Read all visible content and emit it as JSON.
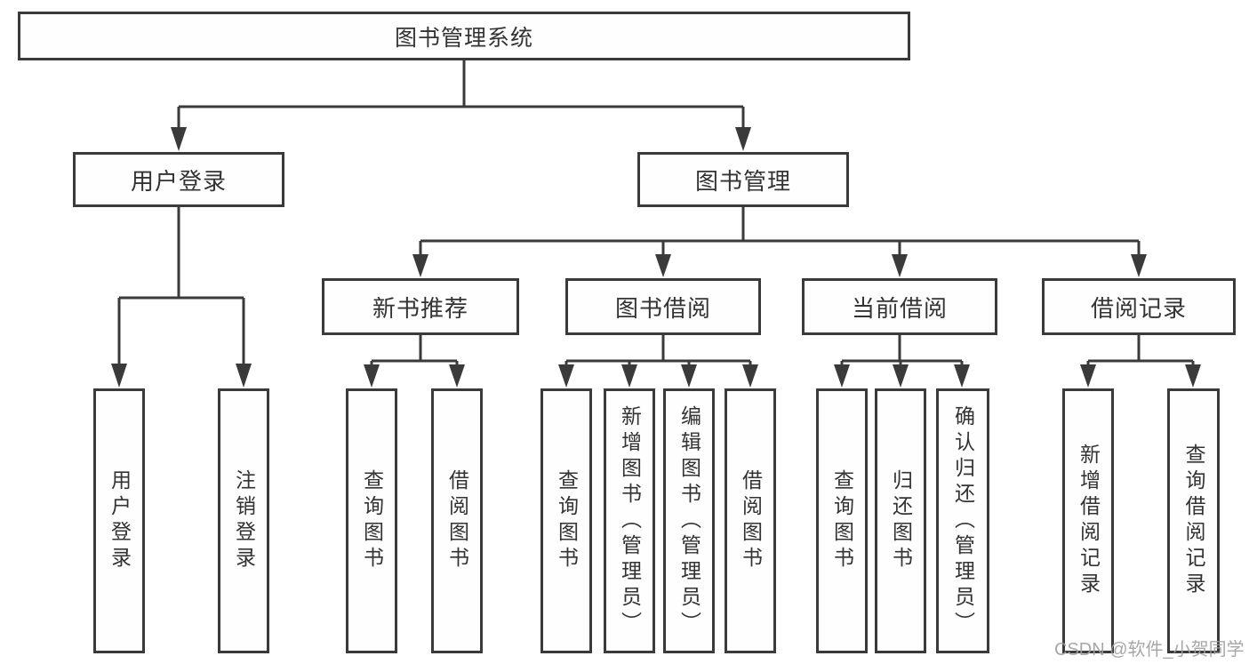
{
  "nodes": {
    "root": "图书管理系统",
    "level1": [
      "用户登录",
      "图书管理"
    ],
    "level2": [
      "新书推荐",
      "图书借阅",
      "当前借阅",
      "借阅记录"
    ],
    "leaves": [
      "用户登录",
      "注销登录",
      "查询图书",
      "借阅图书",
      "查询图书",
      "新增图书（管理员）",
      "编辑图书（管理员）",
      "借阅图书",
      "查询图书",
      "归还图书",
      "确认归还（管理员）",
      "新增借阅记录",
      "查询借阅记录"
    ]
  },
  "watermark": {
    "text": "CSDN @软件_小贺同学"
  },
  "colors": {
    "line": "#3a3a3a",
    "text": "#333333",
    "background": "#ffffff",
    "watermark": "#a0a0a0"
  }
}
